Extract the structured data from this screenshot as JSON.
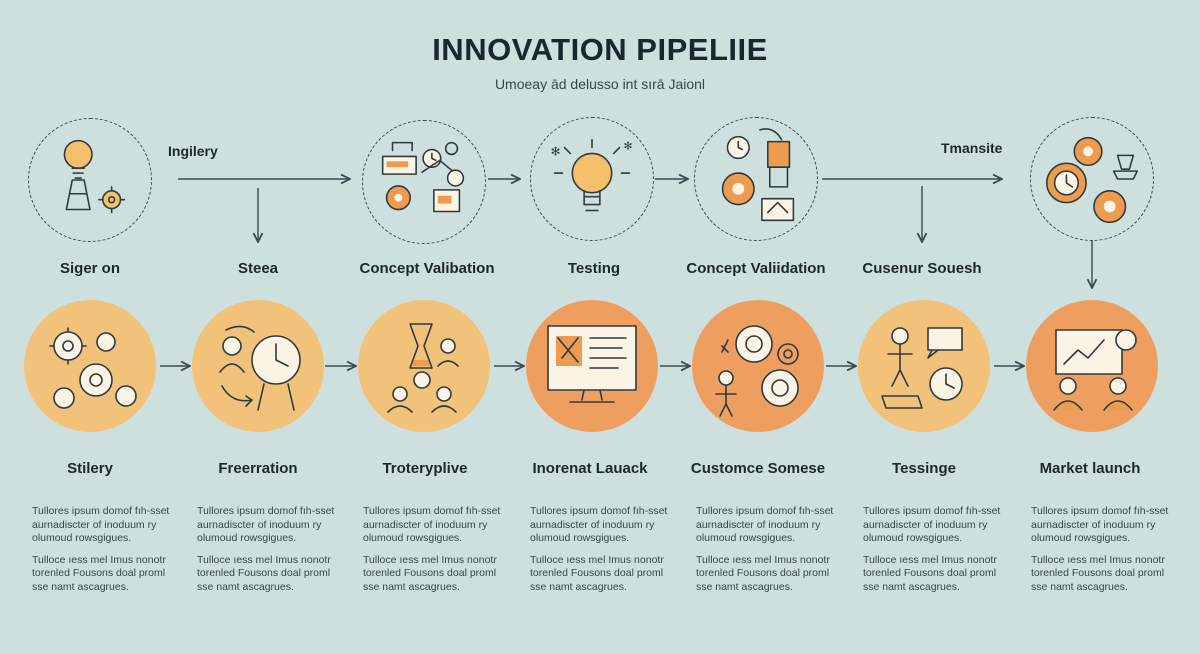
{
  "header": {
    "title": "INNOVATION PIPELIIE",
    "subtitle": "Umoeay ād delusso int sırā Jaionl"
  },
  "top_row": {
    "side_labels": [
      "Ingilery",
      "Tmansite"
    ],
    "stages": [
      {
        "label": "Siger on",
        "icon": "lightbulb-gear-icon"
      },
      {
        "label": "Steea",
        "icon": ""
      },
      {
        "label": "Concept Valibation",
        "icon": "documents-gears-clock-icon"
      },
      {
        "label": "Testing",
        "icon": "lightbulb-icon"
      },
      {
        "label": "Concept Valiidation",
        "icon": "clock-cup-gear-icon"
      },
      {
        "label": "Cusenur Souesh",
        "icon": ""
      },
      {
        "label": "",
        "icon": "gears-trophy-icon"
      }
    ]
  },
  "bottom_row": {
    "stages": [
      {
        "label": "Stilery",
        "icon": "gears-icon",
        "shade": "light"
      },
      {
        "label": "Freerration",
        "icon": "person-clock-icon",
        "shade": "light"
      },
      {
        "label": "Troteryplive",
        "icon": "flask-team-icon",
        "shade": "light"
      },
      {
        "label": "Inorenat Lauack",
        "icon": "monitor-presentation-icon",
        "shade": "dark"
      },
      {
        "label": "Customce Somese",
        "icon": "targets-person-icon",
        "shade": "dark"
      },
      {
        "label": "Tessinge",
        "icon": "speaker-clock-icon",
        "shade": "light"
      },
      {
        "label": "Market launch",
        "icon": "market-team-icon",
        "shade": "dark"
      }
    ],
    "descriptions": [
      {
        "p1": "Tullores ipsum domof  fıh-sset aurnadiscter of inoduum ry olumoud rowsgigues.",
        "p2": "Tulloce ıess mel Imus nonotr torenled Fousons doal proml sse namt ascagrues."
      },
      {
        "p1": "Tullores ipsum domof  fıh-sset aurnadiscter of inoduum ry olumoud rowsgigues.",
        "p2": "Tulloce ıess mel Imus nonotr torenled Fousons doal proml sse namt ascagrues."
      },
      {
        "p1": "Tullores ipsum domof  fıh-sset aurnadiscter of inoduum ry olumoud rowsgigues.",
        "p2": "Tulloce ıess mel Imus nonotr torenled Fousons doal proml sse namt ascagrues."
      },
      {
        "p1": "Tullores ipsum domof  fıh-sset aurnadiscter of inoduum ry olumoud rowsgigues.",
        "p2": "Tulloce ıess mel Imus nonotr torenled Fousons doal proml sse namt ascagrues."
      },
      {
        "p1": "Tullores ipsum domof  fıh-sset aurnadiscter of inoduum ry olumoud rowsgigues.",
        "p2": "Tulloce ıess mel Imus nonotr torenled Fousons doal proml sse namt ascagrues."
      },
      {
        "p1": "Tullores ipsum domof  fıh-sset aurnadiscter of inoduum ry olumoud rowsgigues.",
        "p2": "Tulloce ıess mel Imus nonotr torenled Fousons doal proml sse namt ascagrues."
      },
      {
        "p1": "Tullores ipsum domof  fıh-sset aurnadiscter of inoduum ry olumoud rowsgigues.",
        "p2": "Tulloce ıess mel Imus nonotr torenled Fousons doal proml sse namt ascagrues."
      }
    ]
  },
  "colors": {
    "background": "#cde0dd",
    "circle_light": "#f2c27a",
    "circle_dark": "#ee9f5f",
    "ink": "#2e3a40"
  }
}
